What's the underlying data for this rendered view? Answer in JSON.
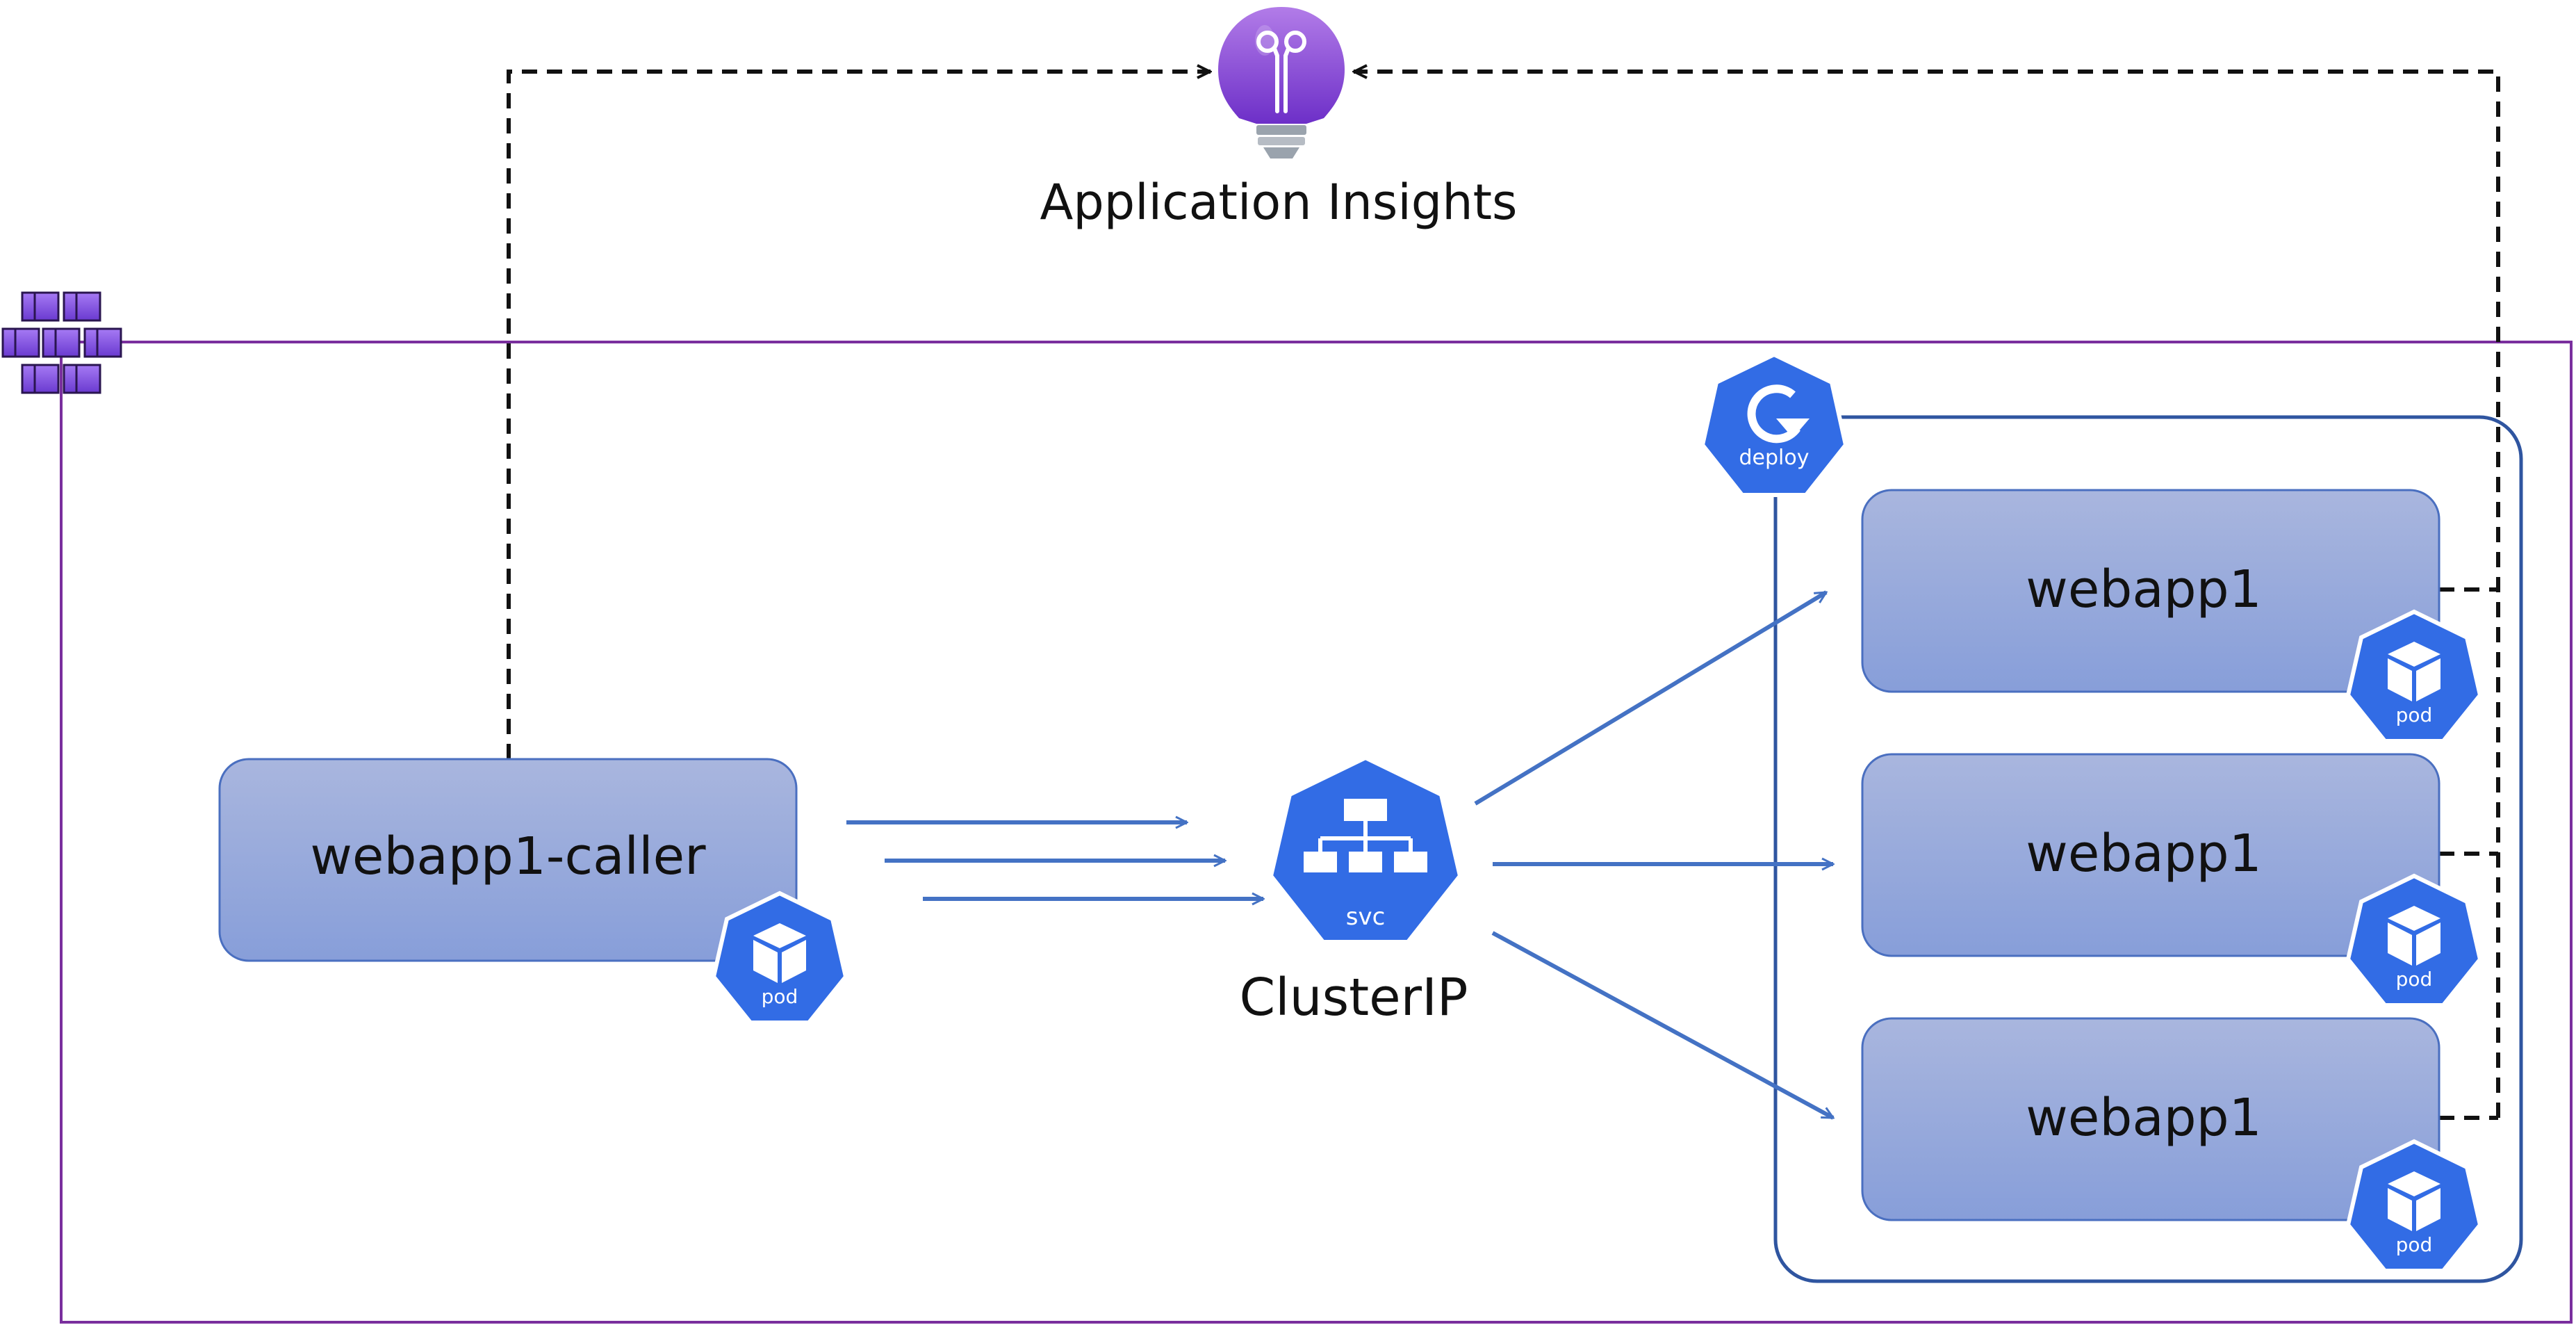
{
  "insights": {
    "label": "Application Insights",
    "icon": "lightbulb-icon"
  },
  "cluster": {
    "icon": "aks-cluster-icon",
    "border_color": "#7a2f9e"
  },
  "caller": {
    "label": "webapp1-caller",
    "badge": "pod",
    "icon": "pod-icon"
  },
  "service": {
    "label": "ClusterIP",
    "badge": "svc",
    "icon": "service-icon"
  },
  "deployment": {
    "badge": "deploy",
    "icon": "deploy-icon",
    "pods": [
      {
        "label": "webapp1",
        "badge": "pod"
      },
      {
        "label": "webapp1",
        "badge": "pod"
      },
      {
        "label": "webapp1",
        "badge": "pod"
      }
    ]
  },
  "colors": {
    "k8s_blue": "#326ce5",
    "arrow_blue": "#4472c4",
    "box_fill_top": "#a9b6de",
    "box_fill_bottom": "#8aa0da",
    "box_stroke": "#4a6fc0",
    "deploy_border": "#2f55a0",
    "purple": "#7a2f9e",
    "dashed": "#111111"
  }
}
